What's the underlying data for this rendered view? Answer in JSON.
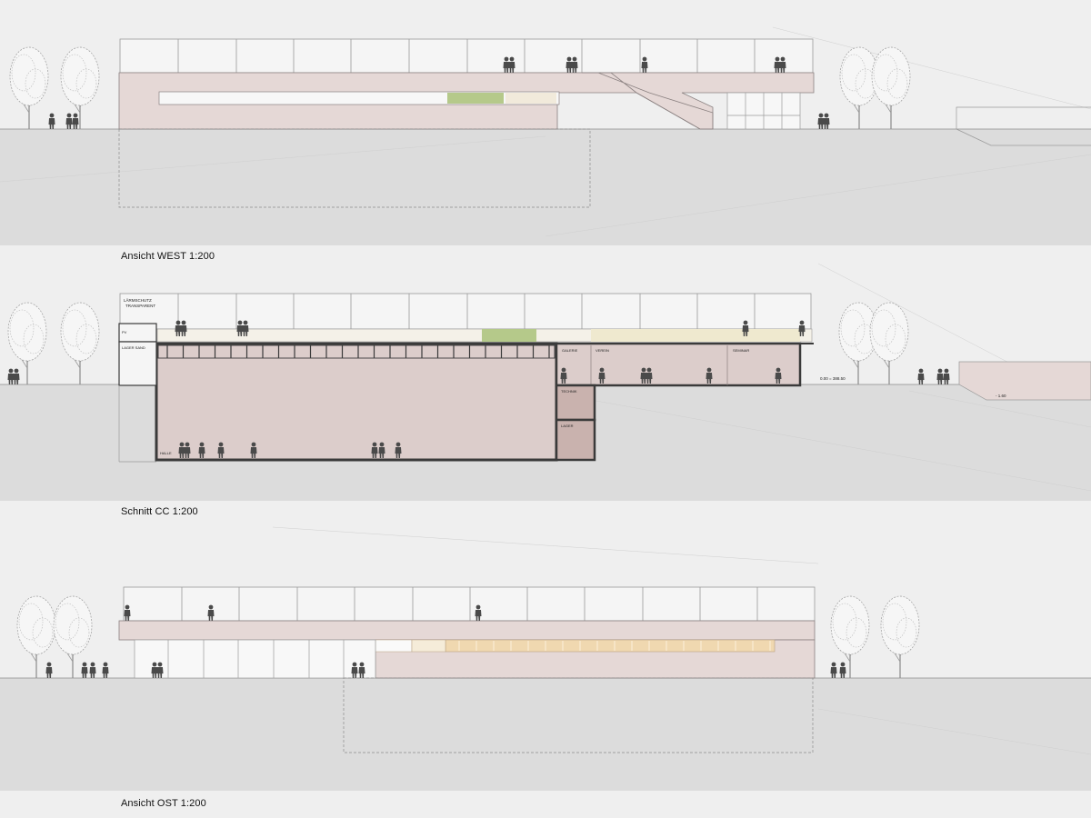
{
  "sheet": {
    "captions": {
      "west": "Ansicht WEST 1:200",
      "section": "Schnitt CC 1:200",
      "east": "Ansicht OST 1:200"
    },
    "section_labels": {
      "noise_barrier": "LÄRMSCHUTZ",
      "noise_barrier_sub": "TRANSPARENT",
      "pv": "PV",
      "storage_sand": "LAGER SAND",
      "gallery": "GALERIE",
      "club": "VEREIN",
      "seminar": "SEMINAR",
      "hall": "HALLE",
      "technical": "TECHNIK",
      "storage": "LAGER",
      "level_zero": "0.00 = 388.50",
      "level_minus": "- 1.60"
    },
    "colors": {
      "background": "#efefef",
      "ground": "#dcdcdc",
      "facade": "#e5d8d6",
      "section_fill": "#dccdcb",
      "cut_line": "#3a3a3a",
      "warm_glazing": "#f0d8b0",
      "greenery": "#b5c98a"
    },
    "icons": [
      "tree-icon",
      "person-icon"
    ]
  }
}
